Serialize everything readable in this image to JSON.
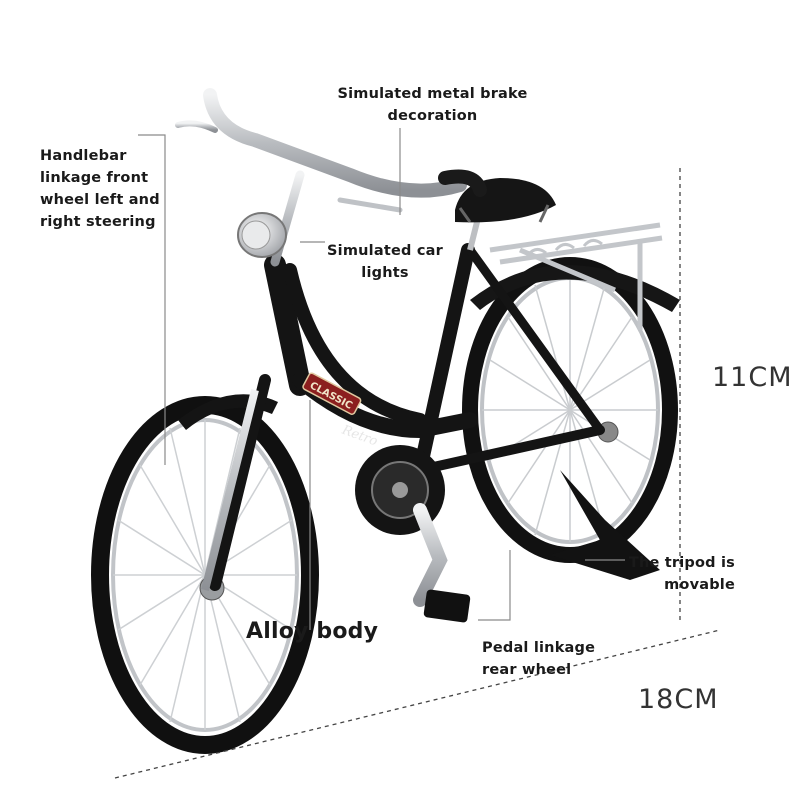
{
  "labels": {
    "handlebar": [
      "Handlebar",
      "linkage front",
      "wheel left and",
      "right steering"
    ],
    "brake": [
      "Simulated metal brake",
      "decoration"
    ],
    "lights": [
      "Simulated car",
      "lights"
    ],
    "body": "Alloy body",
    "pedal": [
      "Pedal linkage",
      "rear wheel"
    ],
    "tripod": [
      "The tripod is",
      "movable"
    ]
  },
  "dimensions": {
    "height": "11CM",
    "length": "18CM"
  },
  "frame_text": {
    "badge": "CLASSIC",
    "script": "Retro"
  },
  "colors": {
    "frame": "#141414",
    "chrome": "#c4c6c9",
    "tire": "#101010",
    "annotation_line": "#8a8a8a"
  }
}
